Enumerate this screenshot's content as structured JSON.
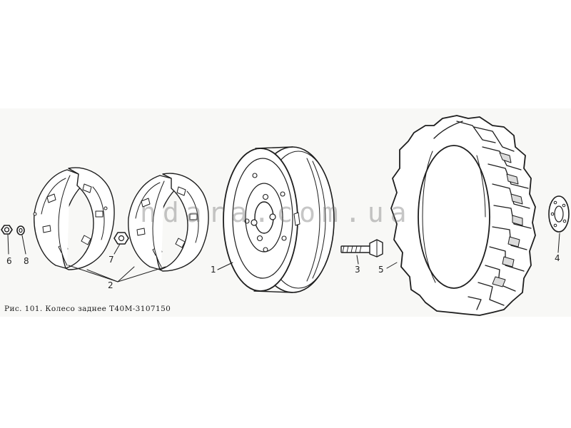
{
  "figure": {
    "caption": "Рис. 101. Колесо заднее Т40М-3107150",
    "watermark": "ndara.com.ua"
  },
  "callouts": [
    "1",
    "2",
    "3",
    "4",
    "5",
    "6",
    "7",
    "8"
  ],
  "colors": {
    "ink": "#1e1e1e",
    "band": "#f8f8f6",
    "watermark": "#888888"
  }
}
